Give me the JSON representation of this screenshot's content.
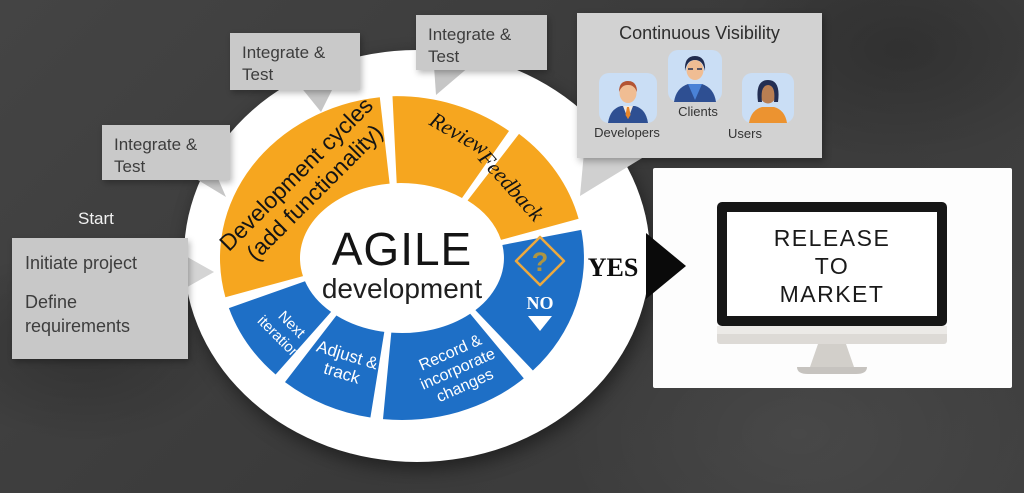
{
  "colors": {
    "background": "#3d3d3d",
    "ring_white": "#ffffff",
    "segment_orange": "#F6A61F",
    "segment_blue": "#1E6FC6",
    "callout_gray": "#c9c9c9",
    "panel_gray": "#d2d2d2",
    "diamond_outline": "#ECA93F",
    "question_mark_gold": "#AD9544",
    "arrow_black": "#0a0a0a"
  },
  "callouts": {
    "start_label": "Start",
    "initiate_box": {
      "line1": "Initiate project",
      "line2": "Define requirements"
    },
    "integrate_boxes": [
      {
        "line1": "Integrate &",
        "line2": "Test"
      },
      {
        "line1": "Integrate &",
        "line2": "Test"
      },
      {
        "line1": "Integrate &",
        "line2": "Test"
      }
    ]
  },
  "cycle": {
    "center": {
      "title": "AGILE",
      "subtitle": "development"
    },
    "orange_segments": {
      "development": {
        "line1": "Development cycles",
        "line2": "(add functionality)"
      },
      "review": "Review",
      "feedback": "Feedback"
    },
    "blue_segments": {
      "decision": {
        "question_mark": "?",
        "no_label": "NO"
      },
      "record": {
        "line1": "Record &",
        "line2": "incorporate",
        "line3": "changes"
      },
      "adjust": {
        "line1": "Adjust &",
        "line2": "track"
      },
      "next": {
        "line1": "Next",
        "line2": "iteration"
      }
    },
    "yes_label": "YES"
  },
  "visibility_panel": {
    "title": "Continuous Visibility",
    "people": [
      {
        "label": "Developers"
      },
      {
        "label": "Clients"
      },
      {
        "label": "Users"
      }
    ]
  },
  "release_panel": {
    "line1": "RELEASE",
    "line2": "TO",
    "line3": "MARKET"
  }
}
